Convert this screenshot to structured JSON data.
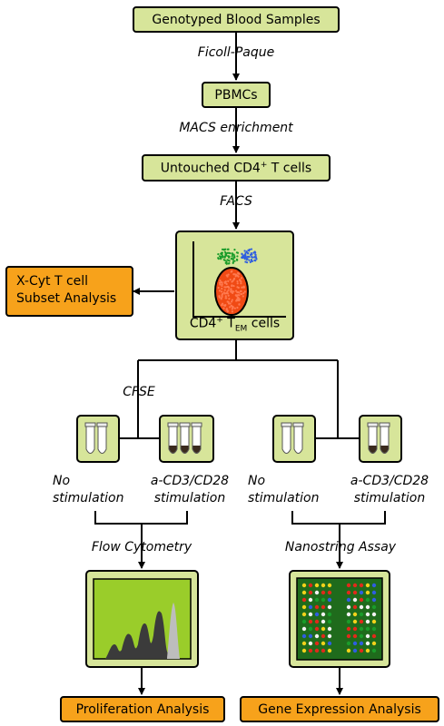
{
  "nodes": {
    "genotyped": "Genotyped Blood Samples",
    "pbmcs": "PBMCs",
    "untouched": {
      "main": "Untouched CD4",
      "sup": "+",
      "tail": " T cells"
    },
    "tem": {
      "a": "CD4",
      "sup": "+",
      "b": " T",
      "sub": "EM",
      "c": " cells"
    },
    "xcyt": {
      "line1": "X-Cyt T cell",
      "line2": "Subset Analysis"
    },
    "proliferation": "Proliferation Analysis",
    "gene_expression": "Gene Expression Analysis"
  },
  "steps": {
    "ficoll": "Ficoll-Paque",
    "macs": "MACS enrichment",
    "facs": "FACS",
    "cfse": "CFSE",
    "flow": "Flow Cytometry",
    "nanostring": "Nanostring Assay"
  },
  "conditions": {
    "left_no": {
      "line1": "No",
      "line2": "stimulation"
    },
    "left_stim": {
      "line1": "a-CD3/CD28",
      "line2": "stimulation"
    },
    "right_no": {
      "line1": "No",
      "line2": "stimulation"
    },
    "right_stim": {
      "line1": "a-CD3/CD28",
      "line2": "stimulation"
    }
  },
  "colors": {
    "box_fill": "#d7e59a",
    "orange": "#f7a21b",
    "scatter_green": "#1a9c2a",
    "scatter_blue": "#2f5ee0",
    "scatter_red": "#f04a14",
    "histogram_dark": "#3b3b3b",
    "histogram_light": "#bdbdbd",
    "chart_bg": "#9acd2a",
    "array_bg": "#1f6b1c"
  }
}
